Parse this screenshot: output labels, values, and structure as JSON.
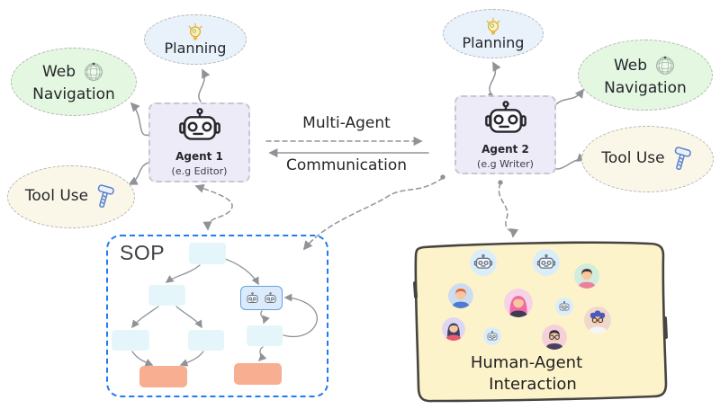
{
  "colors": {
    "canvas_bg": "#ffffff",
    "planning_bg": "#e9f2fb",
    "webnav_bg": "#e4f8e1",
    "tooluse_bg": "#fbf7e8",
    "cloud_border": "#b5b5b5",
    "agent_bg": "#edebf8",
    "agent_border": "#c7c7d2",
    "text_dark": "#25272b",
    "wire_gray": "#8f9398",
    "sop_border": "#1f7cf1",
    "sop_text": "#3d4045",
    "flow_bg": "#e4f6fa",
    "flow_robot_bg": "#dbebfb",
    "flow_robot_border": "#64a0de",
    "flow_orange": "#f8ae90",
    "human_bg": "#fdf3cb",
    "human_border": "#45443f",
    "bulb_yellow": "#e9b637",
    "hammer_blue": "#5b82c8",
    "globe_green": "#9fb79f",
    "robot_avatar_bg": "#dcedfa"
  },
  "diagram": {
    "clouds": {
      "planning": {
        "label": "Planning",
        "icon": "lightbulb-icon"
      },
      "web_navigation": {
        "line1": "Web",
        "line2": "Navigation",
        "icon": "globe-icon"
      },
      "tool_use": {
        "label": "Tool Use",
        "icon": "hammer-icon"
      }
    },
    "agents": {
      "agent1": {
        "name": "Agent 1",
        "role": "(e.g Editor)",
        "icon": "robot-icon"
      },
      "agent2": {
        "name": "Agent 2",
        "role": "(e.g Writer)",
        "icon": "robot-icon"
      }
    },
    "communication": {
      "line1": "Multi-Agent",
      "line2": "Communication",
      "arrows": [
        "dashed-arrow-right",
        "solid-arrow-left"
      ]
    },
    "sop": {
      "label": "SOP",
      "flow_nodes": {
        "plain": 5,
        "robot_highlight": 1,
        "orange": 2
      },
      "highlight_icon": "dual-robot-icon"
    },
    "human_interaction": {
      "line1": "Human-Agent",
      "line2": "Interaction",
      "avatars": [
        "robot",
        "robot",
        "person-dark-hair",
        "person-orange-hair",
        "person-pink-hair",
        "robot-small",
        "person-navy-hair",
        "robot-small",
        "person-blue-curly-glasses",
        "person-dark-glasses"
      ]
    }
  }
}
